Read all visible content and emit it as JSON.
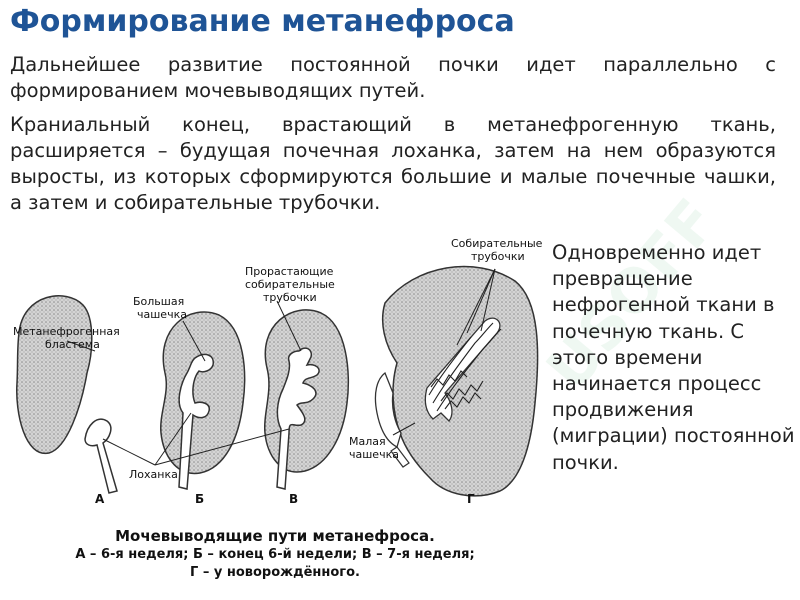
{
  "title": "Формирование метанефроса",
  "paragraph1": "Дальнейшее развитие постоянной почки идет параллельно с формированием мочевыводящих путей.",
  "paragraph2": "Краниальный конец, врастающий в метанефрогенную ткань, расширяется – будущая почечная лоханка, затем на нем образуются выросты, из которых сформируются большие и малые почечные чашки, а затем и собирательные трубочки.",
  "side_text": "Одновременно идет превращение нефрогенной ткани в почечную ткань. С этого времени начинается процесс продвижения (миграции) постоянной почки.",
  "watermark": "USOFF",
  "figure": {
    "labels": {
      "metanephrogenic": [
        "Метанефрогенная",
        "бластема"
      ],
      "major_calyx": [
        "Большая",
        "чашечка"
      ],
      "sprouting_tubules": [
        "Прорастающие",
        "собирательные",
        "трубочки"
      ],
      "collecting_tubules": [
        "Собирательные",
        "трубочки"
      ],
      "minor_calyx": [
        "Малая",
        "чашечка"
      ],
      "pelvis": "Лоханка"
    },
    "stage_letters": [
      "А",
      "Б",
      "В",
      "Г"
    ]
  },
  "caption": {
    "title": "Мочевыводящие пути метанефроса.",
    "line1": "А – 6-я неделя; Б – конец 6-й недели; В – 7-я неделя;",
    "line2": "Г – у новорождённого."
  }
}
